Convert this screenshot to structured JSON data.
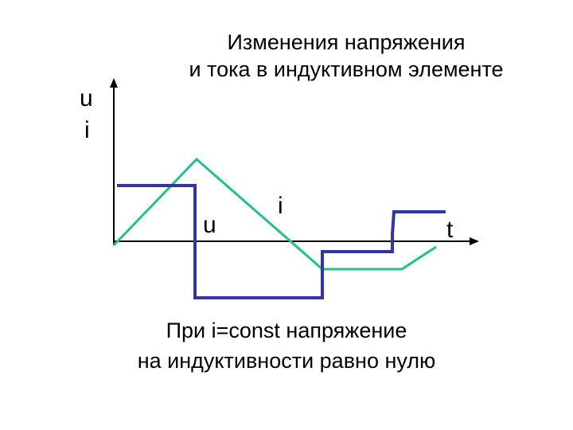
{
  "title": {
    "line1": "Изменения напряжения",
    "line2": "и тока в индуктивном элементе"
  },
  "axes": {
    "y_label_u": "u",
    "y_label_i": "i",
    "x_label": "t"
  },
  "curves": {
    "voltage": {
      "label": "u",
      "color": "#3333aa"
    },
    "current": {
      "label": "i",
      "color": "#22c28a"
    }
  },
  "caption": {
    "line1": "При i=const напряжение",
    "line2": "на индуктивности равно нулю"
  }
}
